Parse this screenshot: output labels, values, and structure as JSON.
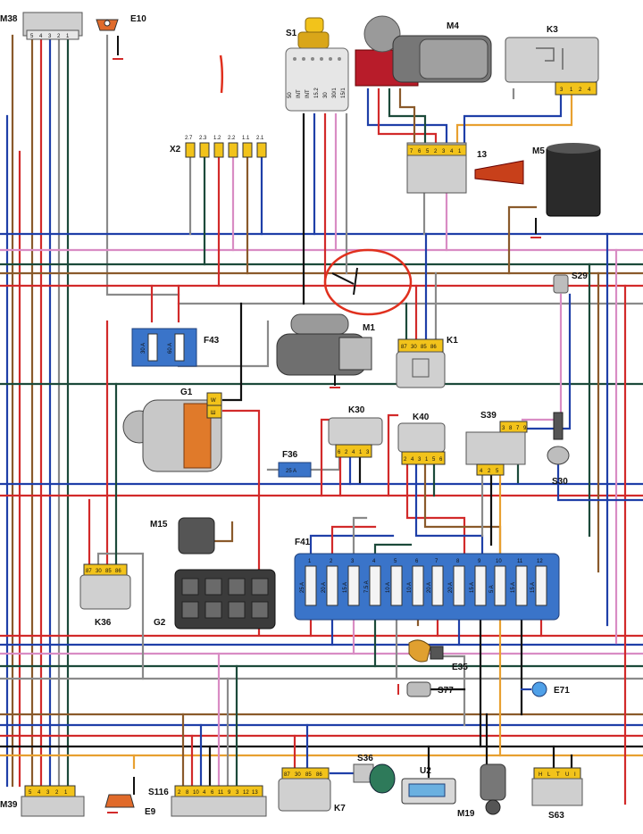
{
  "components": {
    "M38": "M38",
    "E10": "E10",
    "S1": "S1",
    "M4": "M4",
    "K3": "K3",
    "X2": "X2",
    "item_13": "13",
    "M5": "M5",
    "S29": "S29",
    "F43": "F43",
    "M1": "M1",
    "K1": "K1",
    "G1": "G1",
    "K30": "K30",
    "K40": "K40",
    "S39": "S39",
    "S30": "S30",
    "F36": "F36",
    "M15": "M15",
    "F41": "F41",
    "K36": "K36",
    "G2": "G2",
    "E35": "E35",
    "S77": "S77",
    "E71": "E71",
    "S36": "S36",
    "U2": "U2",
    "M19": "M19",
    "S63": "S63",
    "M39": "M39",
    "S116": "S116",
    "E9": "E9",
    "K7": "K7"
  },
  "pins": {
    "M38": [
      "5",
      "4",
      "3",
      "2",
      "1"
    ],
    "X2": [
      "2.7",
      "2.3",
      "1.2",
      "2.2",
      "1.1",
      "2.1"
    ],
    "S1": [
      "50",
      "INT",
      "INT",
      "15.2",
      "30",
      "30/1",
      "15/1"
    ],
    "K3": [
      "3",
      "1",
      "2",
      "4"
    ],
    "item_13": [
      "7",
      "6",
      "5",
      "2",
      "3",
      "4",
      "1"
    ],
    "F43": [
      "30 A",
      "60 A"
    ],
    "K1": [
      "87",
      "30",
      "85",
      "86"
    ],
    "G1": [
      "W",
      "Ш"
    ],
    "K30": [
      "6",
      "2",
      "4",
      "1",
      "3"
    ],
    "K40": [
      "2",
      "4",
      "3",
      "1",
      "5",
      "6"
    ],
    "S39": [
      "3",
      "8",
      "7",
      "9",
      "4",
      "2",
      "5"
    ],
    "F36": "25 A",
    "K36": [
      "87",
      "30",
      "85",
      "86"
    ],
    "F41_numbers": [
      "1",
      "2",
      "3",
      "4",
      "5",
      "6",
      "7",
      "8",
      "9",
      "10",
      "11",
      "12"
    ],
    "F41_ratings": [
      "25 A",
      "20 A",
      "15 A",
      "7.5 A",
      "10 A",
      "10 A",
      "20 A",
      "20 A",
      "15 A",
      "5 A",
      "15 A",
      "15 A"
    ],
    "S63": [
      "H",
      "L",
      "T",
      "U",
      "I"
    ],
    "M39": [
      "5",
      "4",
      "3",
      "2",
      "1"
    ],
    "S116": [
      "2",
      "8",
      "10",
      "4",
      "6",
      "11",
      "9",
      "3",
      "12",
      "13"
    ],
    "K7": [
      "87",
      "30",
      "85",
      "86"
    ]
  },
  "colors": {
    "red": "#d22a2a",
    "blue": "#1f3fa8",
    "dark_green": "#1c4a3a",
    "brown": "#8a5a2b",
    "grey": "#8a8a8a",
    "pink": "#d98cc4",
    "orange": "#e8a030",
    "black": "#111111",
    "yellow": "#f2c31b",
    "annotation": "#e0301e"
  }
}
